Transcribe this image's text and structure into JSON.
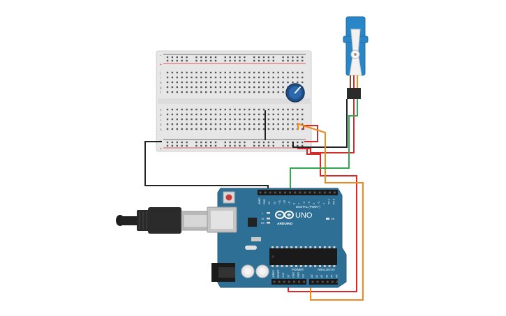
{
  "breadboard": {
    "row_letters_top": [
      "j",
      "i",
      "h",
      "g",
      "f"
    ],
    "row_letters_bottom": [
      "e",
      "d",
      "c",
      "b",
      "a"
    ],
    "rail_plus": "+",
    "rail_minus": "-"
  },
  "potentiometer": {},
  "servo": {},
  "usb_cable": {},
  "arduino": {
    "logo": "ARDUINO",
    "model": "UNO",
    "digital_header": "DIGITAL (PWM~)",
    "power_header": "POWER",
    "analog_header": "ANALOG IN",
    "on_label": "ON",
    "tx_label": "TX",
    "rx_label": "RX",
    "l_label": "L",
    "digital_pins": [
      "AREF",
      "GND",
      "13",
      "12",
      "~11",
      "~10",
      "~9",
      "8",
      "7",
      "~6",
      "~5",
      "4",
      "~3",
      "2",
      "TX 1",
      "RX 0"
    ],
    "power_pins": [
      "IOREF",
      "RESET",
      "3.3V",
      "5V",
      "GND",
      "GND",
      "Vin"
    ],
    "analog_pins": [
      "A0",
      "A1",
      "A2",
      "A3",
      "A4",
      "A5"
    ]
  },
  "colors": {
    "breadboard": "#e6e6e6",
    "arduino_board": "#2e6f95",
    "servo_body": "#2a87c7",
    "wire_black": "#222222",
    "wire_red": "#d42a2a",
    "wire_orange": "#f08a1a",
    "wire_green": "#2fa84f"
  }
}
